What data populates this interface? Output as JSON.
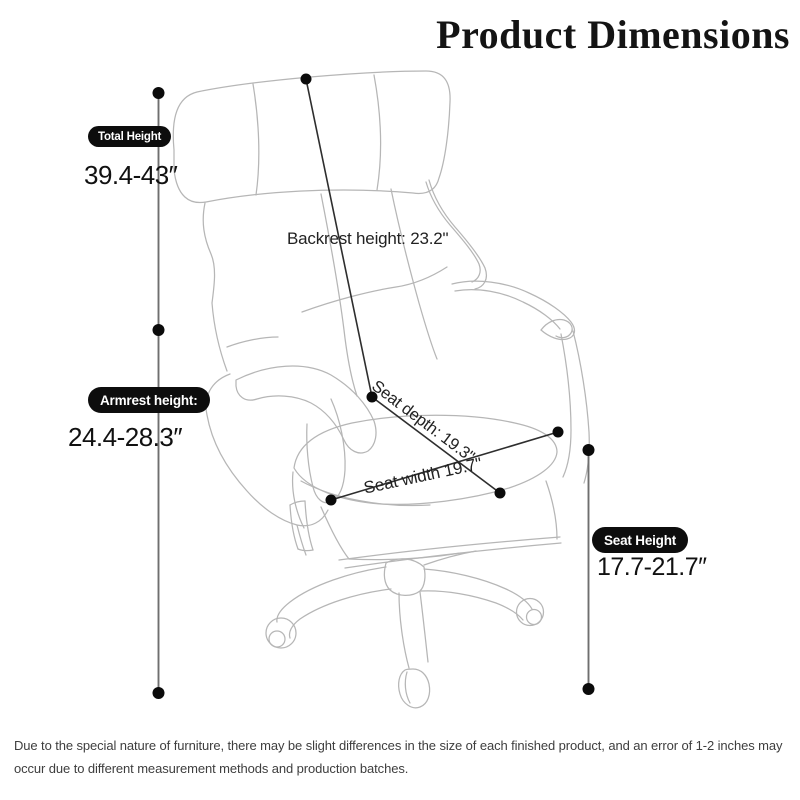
{
  "title": "Product Dimensions",
  "dimensions": {
    "total_height": {
      "label": "Total Height",
      "value": "39.4-43″"
    },
    "armrest_height": {
      "label": "Armrest height:",
      "value": "24.4-28.3″"
    },
    "seat_height": {
      "label": "Seat Height",
      "value": "17.7-21.7″"
    },
    "backrest_height": {
      "text": "Backrest height: 23.2\""
    },
    "seat_depth": {
      "text": "Seat depth: 19.3\""
    },
    "seat_width": {
      "text": "Seat width 19.7\""
    }
  },
  "disclaimer": {
    "lines": [
      "Due to the special nature of furniture, there may be slight differences in the size of each finished product, and an error of 1-2 inches may",
      "occur due to different measurement methods and production batches."
    ]
  },
  "colors": {
    "badge_bg": "#0d0d0d",
    "badge_text": "#ffffff",
    "dimension_line": "#2e2e2e",
    "vertical_line": "#6f6f6f",
    "chair_line": "#b6b6b6",
    "text": "#161616"
  }
}
